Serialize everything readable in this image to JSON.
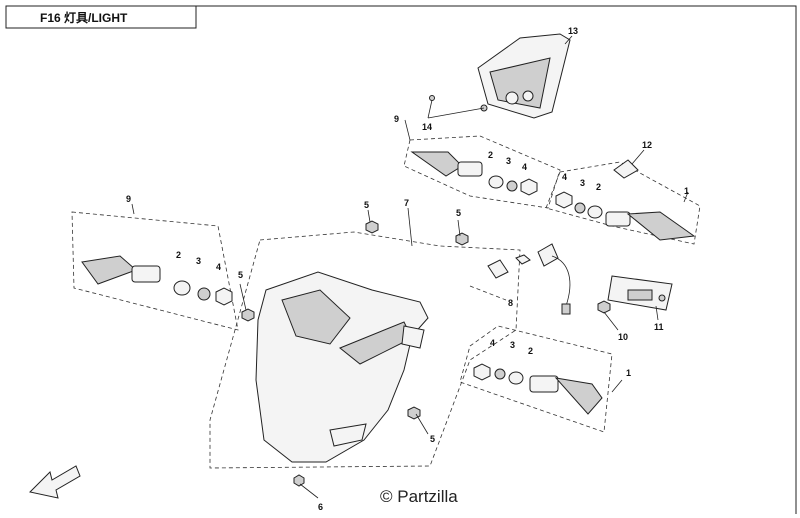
{
  "title": "F16 灯具/LIGHT",
  "watermark": "© Partzilla",
  "callouts": [
    {
      "id": "c13a",
      "text": "13"
    },
    {
      "id": "c14",
      "text": "14"
    },
    {
      "id": "c12",
      "text": "12"
    },
    {
      "id": "c9a",
      "text": "9"
    },
    {
      "id": "c2a",
      "text": "2"
    },
    {
      "id": "c3a",
      "text": "3"
    },
    {
      "id": "c4a",
      "text": "4"
    },
    {
      "id": "c4b",
      "text": "4"
    },
    {
      "id": "c3b",
      "text": "3"
    },
    {
      "id": "c2b",
      "text": "2"
    },
    {
      "id": "c1a",
      "text": "1"
    },
    {
      "id": "c9b",
      "text": "9"
    },
    {
      "id": "c5a",
      "text": "5"
    },
    {
      "id": "c7",
      "text": "7"
    },
    {
      "id": "c5b",
      "text": "5"
    },
    {
      "id": "c2c",
      "text": "2"
    },
    {
      "id": "c3c",
      "text": "3"
    },
    {
      "id": "c4c",
      "text": "4"
    },
    {
      "id": "c5c",
      "text": "5"
    },
    {
      "id": "c8",
      "text": "8"
    },
    {
      "id": "c10",
      "text": "10"
    },
    {
      "id": "c11",
      "text": "11"
    },
    {
      "id": "c4d",
      "text": "4"
    },
    {
      "id": "c3d",
      "text": "3"
    },
    {
      "id": "c2d",
      "text": "2"
    },
    {
      "id": "c1b",
      "text": "1"
    },
    {
      "id": "c5d",
      "text": "5"
    },
    {
      "id": "c6",
      "text": "6"
    }
  ]
}
